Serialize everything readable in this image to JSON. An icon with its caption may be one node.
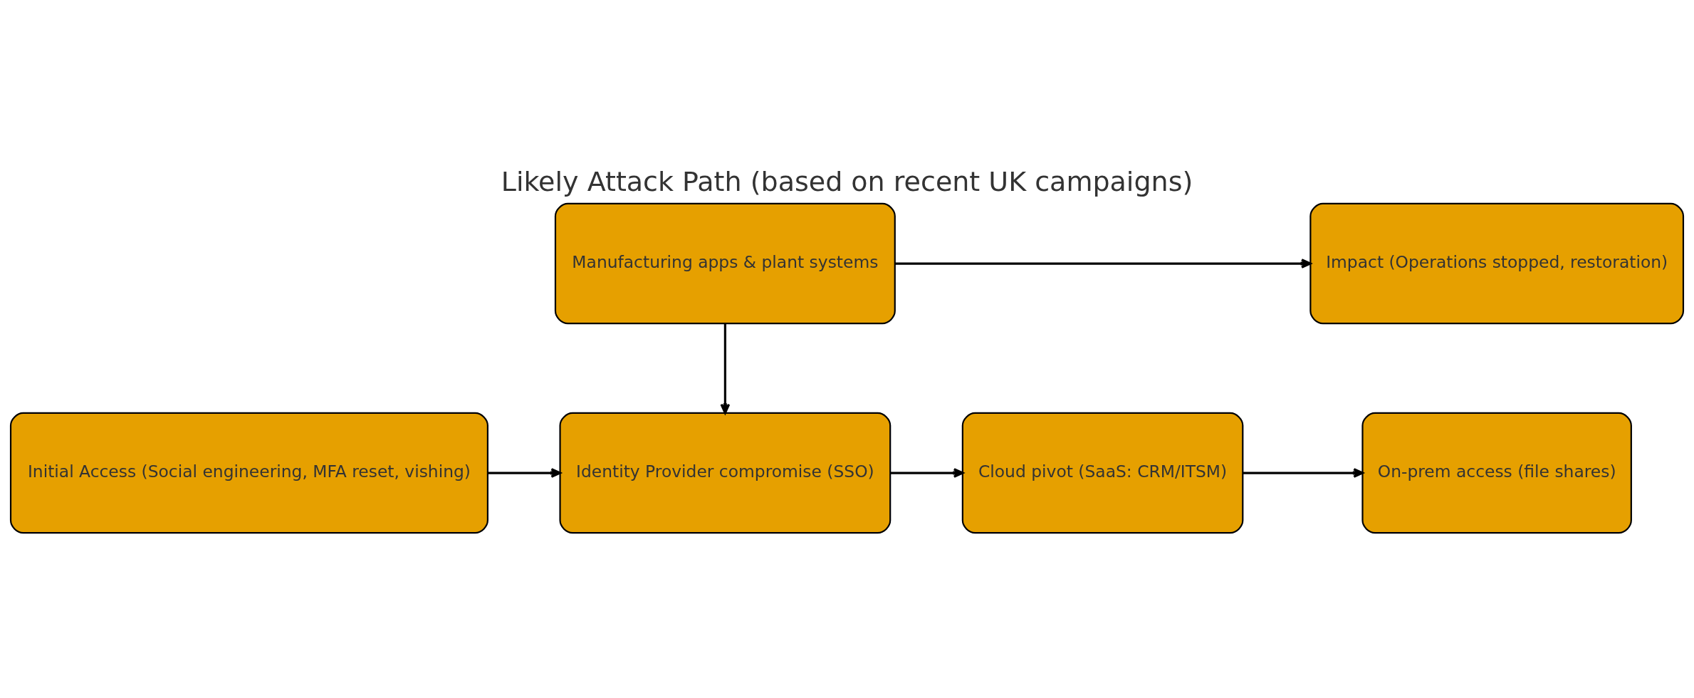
{
  "diagram": {
    "title": "Likely Attack Path (based on recent UK campaigns)",
    "nodes": [
      {
        "text": [
          "Initial Access (Social engineering, MFA reset, vishing)"
        ]
      },
      {
        "text": [
          "Identity Provider compromise (SSO)"
        ]
      },
      {
        "text": [
          "Cloud pivot (SaaS: CRM/ITSM)"
        ]
      },
      {
        "text": [
          "On-prem access (file shares)"
        ]
      },
      {
        "text": [
          "Manufacturing apps & plant systems"
        ]
      },
      {
        "text": [
          "Impact (Operations stopped, restoration)"
        ]
      }
    ],
    "edges": [
      {
        "from": 0,
        "to": 1,
        "arrow": "to"
      },
      {
        "from": 1,
        "to": 2,
        "arrow": "to"
      },
      {
        "from": 2,
        "to": 3,
        "arrow": "to"
      },
      {
        "from": 4,
        "to": 1,
        "arrow": "to"
      },
      {
        "from": 4,
        "to": 5,
        "arrow": "to"
      }
    ]
  }
}
